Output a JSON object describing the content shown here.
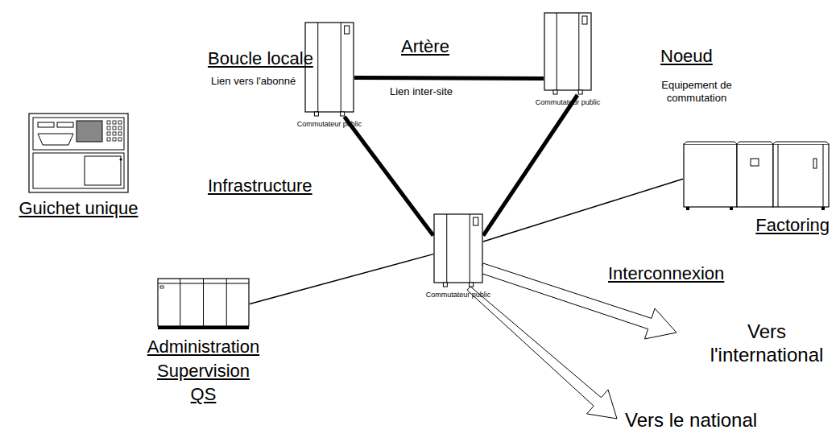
{
  "diagram": {
    "nodes": [
      {
        "text": [
          "Commutateur public"
        ]
      },
      {
        "text": [
          "Commutateur public"
        ]
      },
      {
        "text": [
          "Guichet unique"
        ]
      },
      {
        "text": [
          "Commutateur public"
        ]
      },
      {
        "text": [
          "Factoring"
        ]
      },
      {
        "text": [
          "Administration Supervision QS"
        ]
      }
    ],
    "edges": [
      {
        "from": 0,
        "to": 1,
        "arrow": "none"
      },
      {
        "from": 0,
        "to": 3,
        "arrow": "none"
      },
      {
        "from": 1,
        "to": 3,
        "arrow": "none"
      },
      {
        "from": 3,
        "to": 4,
        "arrow": "none"
      },
      {
        "from": 3,
        "to": 5,
        "arrow": "none"
      }
    ],
    "labels": [
      "Boucle locale",
      "Lien vers l'abonné",
      "Artère",
      "Lien inter-site",
      "Noeud",
      "Equipement de commutation",
      "Infrastructure",
      "Interconnexion",
      "Vers l'international",
      "Vers le national"
    ]
  }
}
